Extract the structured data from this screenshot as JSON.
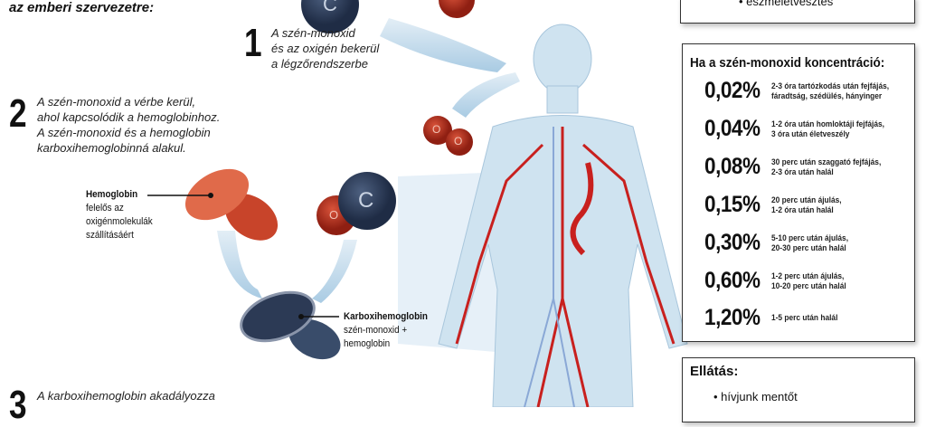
{
  "header": {
    "subtitle": "az emberi szervezetre:"
  },
  "steps": [
    {
      "num": "1",
      "lines": [
        "A szén-monoxid",
        "és az oxigén bekerül",
        "a légzőrendszerbe"
      ]
    },
    {
      "num": "2",
      "lines": [
        "A szén-monoxid a vérbe kerül,",
        "ahol kapcsolódik a hemoglobinhoz.",
        "A szén-monoxid és a hemoglobin",
        "karboxihemoglobinná alakul."
      ]
    },
    {
      "num": "3",
      "lines": [
        "A karboxihemoglobin akadályozza"
      ]
    }
  ],
  "labels": {
    "hemoglobin": {
      "title": "Hemoglobin",
      "lines": [
        "felelős az",
        "oxigénmolekulák",
        "szállításáért"
      ]
    },
    "carboxy": {
      "title": "Karboxihemoglobin",
      "lines": [
        "szén-monoxid +",
        "hemoglobin"
      ]
    },
    "molecule_letters": {
      "c": "C",
      "o": "O"
    }
  },
  "symptoms_box": {
    "items": [
      "eszméletvesztés"
    ]
  },
  "concentration_box": {
    "title": "Ha a szén-monoxid koncentráció:",
    "rows": [
      {
        "pct": "0,02%",
        "lines": [
          "2-3 óra tartózkodás után fejfájás,",
          "fáradtság, szédülés, hányinger"
        ]
      },
      {
        "pct": "0,04%",
        "lines": [
          "1-2 óra után homloktáji fejfájás,",
          "3 óra után életveszély"
        ]
      },
      {
        "pct": "0,08%",
        "lines": [
          "30 perc után szaggató fejfájás,",
          "2-3 óra után halál"
        ]
      },
      {
        "pct": "0,15%",
        "lines": [
          "20 perc után ájulás,",
          "1-2 óra után halál"
        ]
      },
      {
        "pct": "0,30%",
        "lines": [
          "5-10 perc után ájulás,",
          "20-30 perc után halál"
        ]
      },
      {
        "pct": "0,60%",
        "lines": [
          "1-2 perc után ájulás,",
          "10-20 perc után halál"
        ]
      },
      {
        "pct": "1,20%",
        "lines": [
          "1-5 perc után halál"
        ]
      }
    ]
  },
  "care_box": {
    "title": "Ellátás:",
    "items": [
      "hívjunk mentőt"
    ]
  },
  "colors": {
    "red": "#c0392b",
    "navy": "#2c3e5c",
    "body": "#cfe3f0",
    "vessel": "#c8201e"
  }
}
